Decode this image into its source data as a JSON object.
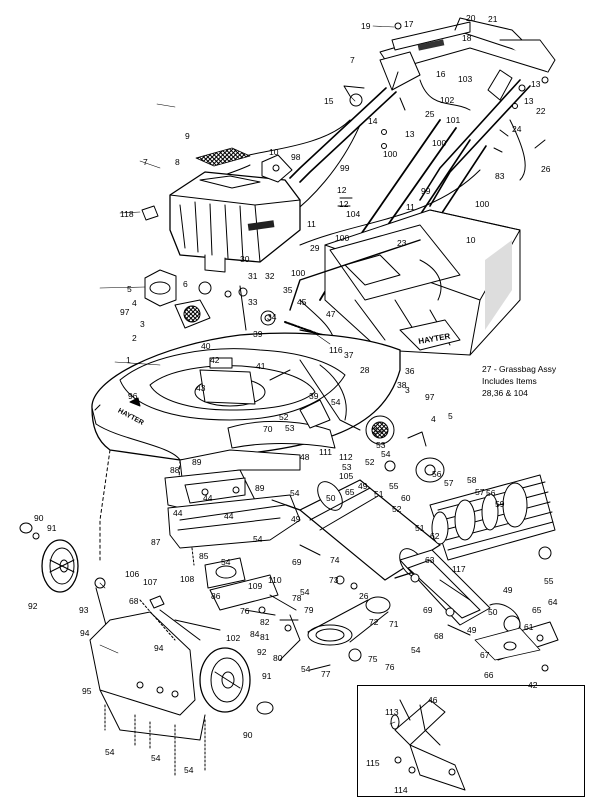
{
  "brand": {
    "deck_text": "HAYTER",
    "bag_text": "HAYTER"
  },
  "note": {
    "line1": "27 - Grassbag Assy",
    "line2": "Includes Items",
    "line3": "28,36 & 104"
  },
  "callouts": [
    {
      "id": "c1",
      "text": "19"
    },
    {
      "id": "c2",
      "text": "17"
    },
    {
      "id": "c3",
      "text": "20"
    },
    {
      "id": "c4",
      "text": "21"
    },
    {
      "id": "c5",
      "text": "18"
    },
    {
      "id": "c6",
      "text": "7"
    },
    {
      "id": "c7",
      "text": "16"
    },
    {
      "id": "c8",
      "text": "103"
    },
    {
      "id": "c9",
      "text": "13"
    },
    {
      "id": "c10",
      "text": "15"
    },
    {
      "id": "c11",
      "text": "102"
    },
    {
      "id": "c12",
      "text": "13"
    },
    {
      "id": "c13",
      "text": "14"
    },
    {
      "id": "c14",
      "text": "25"
    },
    {
      "id": "c15",
      "text": "22"
    },
    {
      "id": "c16",
      "text": "101"
    },
    {
      "id": "c17",
      "text": "13"
    },
    {
      "id": "c18",
      "text": "9"
    },
    {
      "id": "c19",
      "text": "24"
    },
    {
      "id": "c20",
      "text": "10"
    },
    {
      "id": "c21",
      "text": "98"
    },
    {
      "id": "c22",
      "text": "100"
    },
    {
      "id": "c23",
      "text": "100"
    },
    {
      "id": "c24",
      "text": "7"
    },
    {
      "id": "c25",
      "text": "8"
    },
    {
      "id": "c26",
      "text": "99"
    },
    {
      "id": "c27",
      "text": "83"
    },
    {
      "id": "c28",
      "text": "26"
    },
    {
      "id": "c29",
      "text": "12"
    },
    {
      "id": "c30",
      "text": "12"
    },
    {
      "id": "c31",
      "text": "118"
    },
    {
      "id": "c32",
      "text": "11"
    },
    {
      "id": "c33",
      "text": "99"
    },
    {
      "id": "c34",
      "text": "100"
    },
    {
      "id": "c35",
      "text": "104"
    },
    {
      "id": "c36",
      "text": "11"
    },
    {
      "id": "c37",
      "text": "100"
    },
    {
      "id": "c38",
      "text": "23"
    },
    {
      "id": "c39",
      "text": "10"
    },
    {
      "id": "c40",
      "text": "29"
    },
    {
      "id": "c41",
      "text": "30"
    },
    {
      "id": "c42",
      "text": "100"
    },
    {
      "id": "c43",
      "text": "5"
    },
    {
      "id": "c44",
      "text": "6"
    },
    {
      "id": "c45",
      "text": "31"
    },
    {
      "id": "c46",
      "text": "32"
    },
    {
      "id": "c47",
      "text": "35"
    },
    {
      "id": "c48",
      "text": "4"
    },
    {
      "id": "c49",
      "text": "97"
    },
    {
      "id": "c50",
      "text": "33"
    },
    {
      "id": "c51",
      "text": "45"
    },
    {
      "id": "c52",
      "text": "3"
    },
    {
      "id": "c53",
      "text": "34"
    },
    {
      "id": "c54",
      "text": "47"
    },
    {
      "id": "c55",
      "text": "2"
    },
    {
      "id": "c56",
      "text": "39"
    },
    {
      "id": "c57",
      "text": "40"
    },
    {
      "id": "c58",
      "text": "116"
    },
    {
      "id": "c59",
      "text": "37"
    },
    {
      "id": "c60",
      "text": "1"
    },
    {
      "id": "c61",
      "text": "42"
    },
    {
      "id": "c62",
      "text": "41"
    },
    {
      "id": "c63",
      "text": "28"
    },
    {
      "id": "c64",
      "text": "36"
    },
    {
      "id": "c65",
      "text": "38"
    },
    {
      "id": "c66",
      "text": "43"
    },
    {
      "id": "c67",
      "text": "96"
    },
    {
      "id": "c68",
      "text": "39"
    },
    {
      "id": "c69",
      "text": "3"
    },
    {
      "id": "c70",
      "text": "97"
    },
    {
      "id": "c71",
      "text": "4"
    },
    {
      "id": "c72",
      "text": "52"
    },
    {
      "id": "c73",
      "text": "54"
    },
    {
      "id": "c74",
      "text": "53"
    },
    {
      "id": "c75",
      "text": "5"
    },
    {
      "id": "c76",
      "text": "70"
    },
    {
      "id": "c77",
      "text": "54"
    },
    {
      "id": "c78",
      "text": "53"
    },
    {
      "id": "c79",
      "text": "112"
    },
    {
      "id": "c80",
      "text": "111"
    },
    {
      "id": "c81",
      "text": "48"
    },
    {
      "id": "c82",
      "text": "53"
    },
    {
      "id": "c83",
      "text": "52"
    },
    {
      "id": "c84",
      "text": "54"
    },
    {
      "id": "c85",
      "text": "105"
    },
    {
      "id": "c86",
      "text": "89"
    },
    {
      "id": "c87",
      "text": "88"
    },
    {
      "id": "c88",
      "text": "49"
    },
    {
      "id": "c89",
      "text": "55"
    },
    {
      "id": "c90",
      "text": "56"
    },
    {
      "id": "c91",
      "text": "57"
    },
    {
      "id": "c92",
      "text": "58"
    },
    {
      "id": "c93",
      "text": "57"
    },
    {
      "id": "c94",
      "text": "56"
    },
    {
      "id": "c95",
      "text": "59"
    },
    {
      "id": "c96",
      "text": "89"
    },
    {
      "id": "c97",
      "text": "54"
    },
    {
      "id": "c98",
      "text": "50"
    },
    {
      "id": "c99",
      "text": "65"
    },
    {
      "id": "c100",
      "text": "51"
    },
    {
      "id": "c101",
      "text": "60"
    },
    {
      "id": "c102",
      "text": "44"
    },
    {
      "id": "c103",
      "text": "52"
    },
    {
      "id": "c104",
      "text": "44"
    },
    {
      "id": "c105",
      "text": "44"
    },
    {
      "id": "c106",
      "text": "49"
    },
    {
      "id": "c107",
      "text": "51"
    },
    {
      "id": "c108",
      "text": "62"
    },
    {
      "id": "c109",
      "text": "87"
    },
    {
      "id": "c110",
      "text": "54"
    },
    {
      "id": "c111",
      "text": "63"
    },
    {
      "id": "c112",
      "text": "90"
    },
    {
      "id": "c113",
      "text": "91"
    },
    {
      "id": "c114",
      "text": "85"
    },
    {
      "id": "c115",
      "text": "54"
    },
    {
      "id": "c116",
      "text": "69"
    },
    {
      "id": "c117",
      "text": "74"
    },
    {
      "id": "c118",
      "text": "117"
    },
    {
      "id": "c119",
      "text": "55"
    },
    {
      "id": "c120",
      "text": "106"
    },
    {
      "id": "c121",
      "text": "108"
    },
    {
      "id": "c122",
      "text": "110"
    },
    {
      "id": "c123",
      "text": "73"
    },
    {
      "id": "c124",
      "text": "107"
    },
    {
      "id": "c125",
      "text": "86"
    },
    {
      "id": "c126",
      "text": "109"
    },
    {
      "id": "c127",
      "text": "54"
    },
    {
      "id": "c128",
      "text": "92"
    },
    {
      "id": "c129",
      "text": "93"
    },
    {
      "id": "c130",
      "text": "68"
    },
    {
      "id": "c131",
      "text": "76"
    },
    {
      "id": "c132",
      "text": "78"
    },
    {
      "id": "c133",
      "text": "79"
    },
    {
      "id": "c134",
      "text": "26"
    },
    {
      "id": "c135",
      "text": "69"
    },
    {
      "id": "c136",
      "text": "49"
    },
    {
      "id": "c137",
      "text": "50"
    },
    {
      "id": "c138",
      "text": "64"
    },
    {
      "id": "c139",
      "text": "94"
    },
    {
      "id": "c140",
      "text": "82"
    },
    {
      "id": "c141",
      "text": "84"
    },
    {
      "id": "c142",
      "text": "81"
    },
    {
      "id": "c143",
      "text": "102"
    },
    {
      "id": "c144",
      "text": "72"
    },
    {
      "id": "c145",
      "text": "71"
    },
    {
      "id": "c146",
      "text": "61"
    },
    {
      "id": "c147",
      "text": "65"
    },
    {
      "id": "c148",
      "text": "68"
    },
    {
      "id": "c149",
      "text": "49"
    },
    {
      "id": "c150",
      "text": "54"
    },
    {
      "id": "c151",
      "text": "80"
    },
    {
      "id": "c152",
      "text": "75"
    },
    {
      "id": "c153",
      "text": "67"
    },
    {
      "id": "c154",
      "text": "94"
    },
    {
      "id": "c155",
      "text": "92"
    },
    {
      "id": "c156",
      "text": "77"
    },
    {
      "id": "c157",
      "text": "54"
    },
    {
      "id": "c158",
      "text": "76"
    },
    {
      "id": "c159",
      "text": "66"
    },
    {
      "id": "c160",
      "text": "42"
    },
    {
      "id": "c161",
      "text": "95"
    },
    {
      "id": "c162",
      "text": "91"
    },
    {
      "id": "c163",
      "text": "46"
    },
    {
      "id": "c164",
      "text": "113"
    },
    {
      "id": "c165",
      "text": "90"
    },
    {
      "id": "c166",
      "text": "54"
    },
    {
      "id": "c167",
      "text": "54"
    },
    {
      "id": "c168",
      "text": "54"
    },
    {
      "id": "c169",
      "text": "115"
    },
    {
      "id": "c170",
      "text": "114"
    }
  ]
}
